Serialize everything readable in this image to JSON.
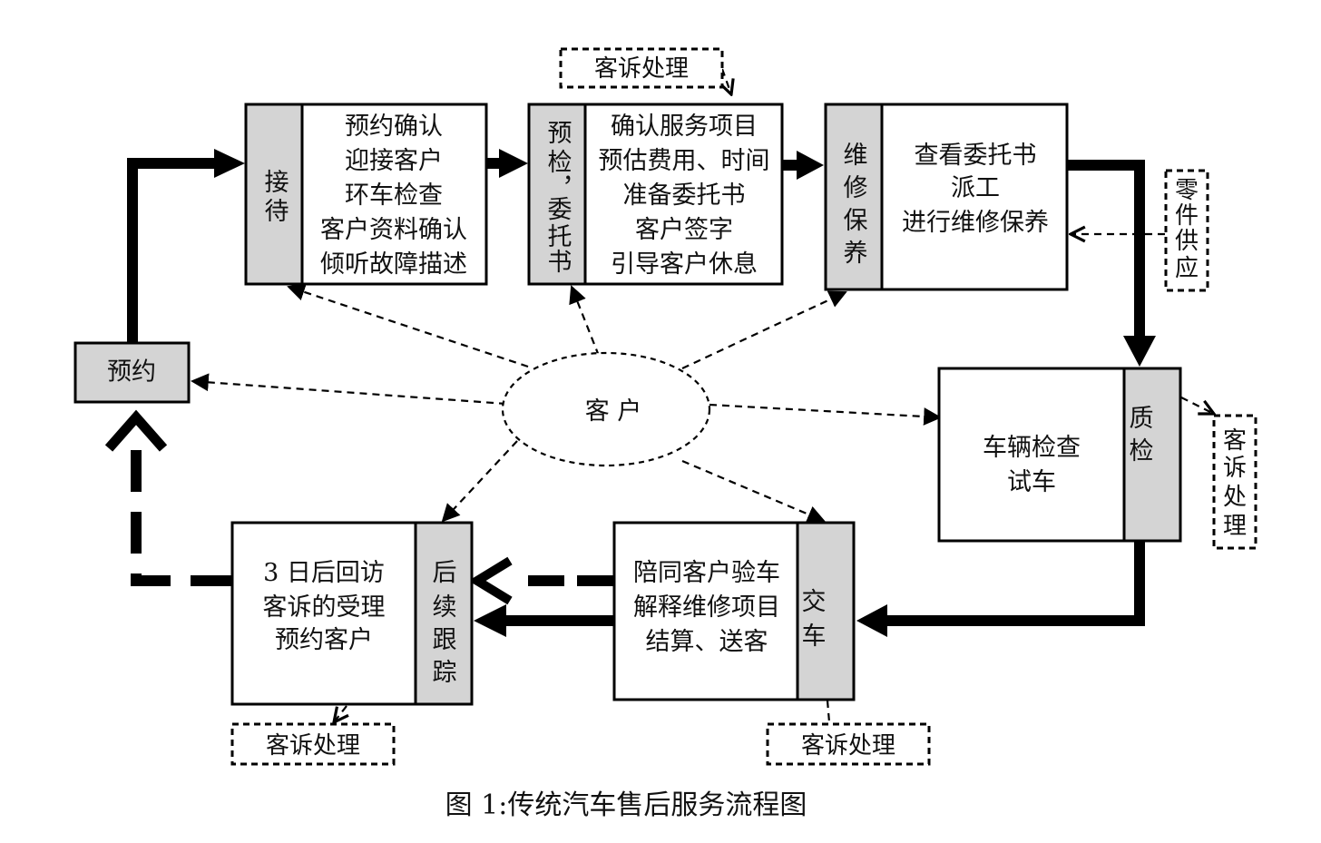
{
  "caption": "图 1:传统汽车售后服务流程图",
  "center": {
    "label": "客 户"
  },
  "nodes": {
    "reservation": {
      "label": "预约"
    },
    "reception": {
      "tab": [
        "接",
        "待"
      ],
      "lines": [
        "预约确认",
        "迎接客户",
        "环车检查",
        "客户资料确认",
        "倾听故障描述"
      ]
    },
    "precheck": {
      "tab": [
        "预",
        "检",
        "，",
        "委",
        "托",
        "书"
      ],
      "lines": [
        "确认服务项目",
        "预估费用、时间",
        "准备委托书",
        "客户签字",
        "引导客户休息"
      ]
    },
    "repair": {
      "tab": [
        "维",
        "修",
        "保",
        "养"
      ],
      "lines": [
        "查看委托书",
        "派工",
        "进行维修保养"
      ]
    },
    "qc": {
      "tab": [
        "质",
        "检"
      ],
      "lines": [
        "车辆检查",
        "试车"
      ]
    },
    "delivery": {
      "tab": [
        "交",
        "车"
      ],
      "lines": [
        "陪同客户验车",
        "解释维修项目",
        "结算、送客"
      ]
    },
    "followup": {
      "tab": [
        "后",
        "续",
        "跟",
        "踪"
      ],
      "lines": [
        "3 日后回访",
        "客诉的受理",
        "预约客户"
      ]
    }
  },
  "complaint_boxes": {
    "top": "客诉处理",
    "right": [
      "客",
      "诉",
      "处",
      "理"
    ],
    "bottom_left": "客诉处理",
    "bottom_right": "客诉处理"
  },
  "parts_supply": [
    "零",
    "件",
    "供",
    "应"
  ]
}
